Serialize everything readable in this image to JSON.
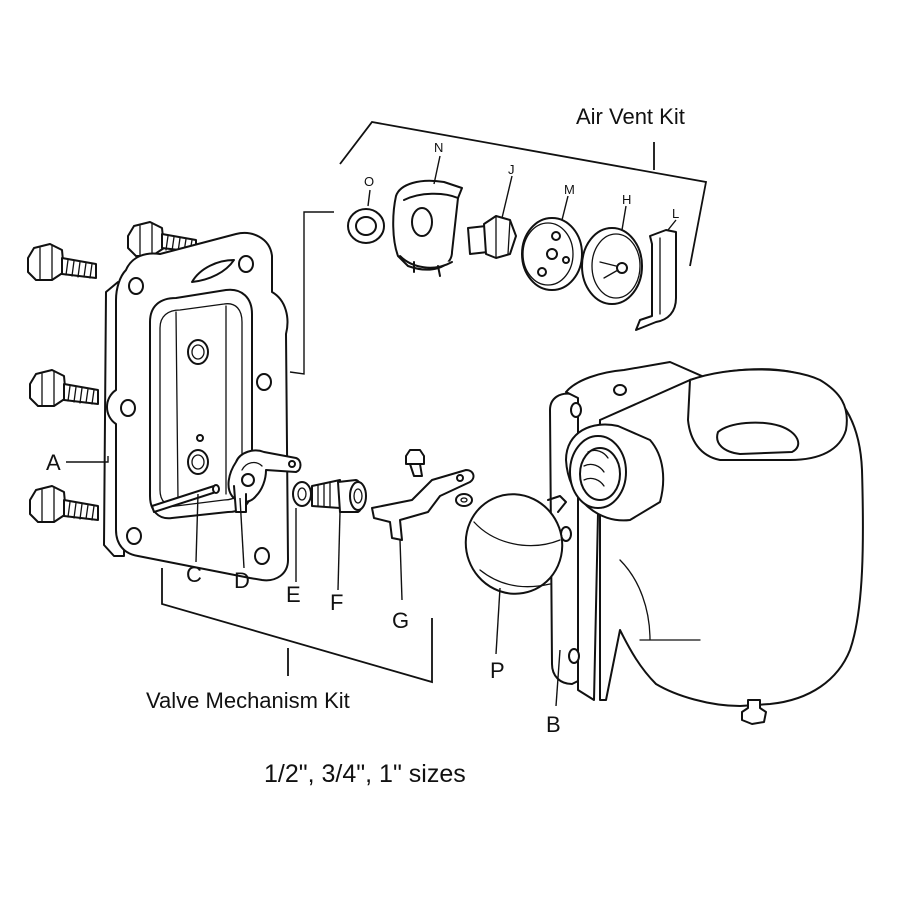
{
  "kits": {
    "air_vent": "Air Vent Kit",
    "valve_mechanism": "Valve Mechanism Kit"
  },
  "caption": "1/2\", 3/4\", 1\" sizes",
  "part_labels": {
    "A": "A",
    "B": "B",
    "C": "C",
    "D": "D",
    "E": "E",
    "F": "F",
    "G": "G",
    "P": "P",
    "O": "O",
    "N": "N",
    "J": "J",
    "M": "M",
    "H": "H",
    "L": "L"
  }
}
